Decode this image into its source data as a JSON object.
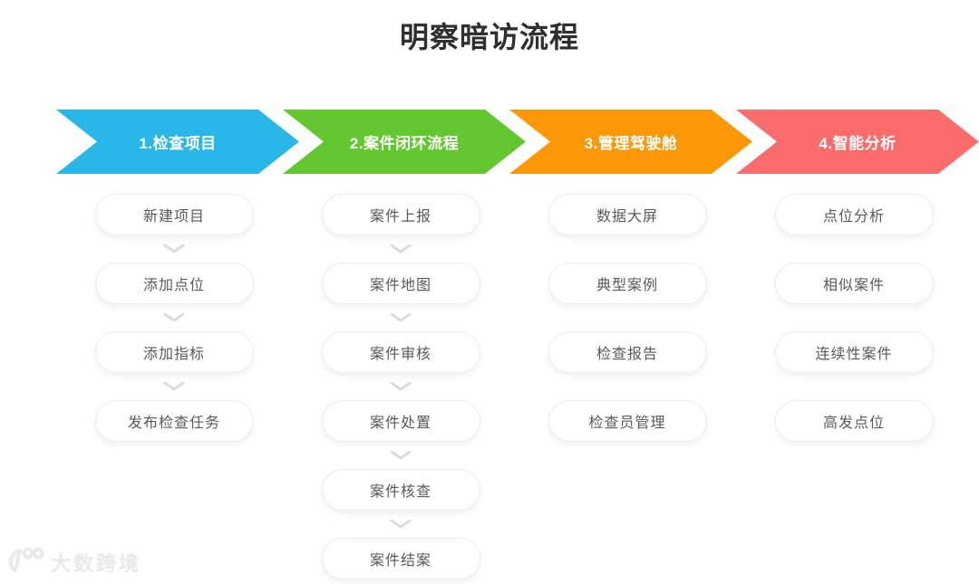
{
  "title": "明察暗访流程",
  "stages": [
    {
      "header": "1.检查项目",
      "color": "#29b7e8",
      "items": [
        "新建项目",
        "添加点位",
        "添加指标",
        "发布检查任务"
      ],
      "connectors": true
    },
    {
      "header": "2.案件闭环流程",
      "color": "#63c72f",
      "items": [
        "案件上报",
        "案件地图",
        "案件审核",
        "案件处置",
        "案件核查",
        "案件结案"
      ],
      "connectors": true
    },
    {
      "header": "3.管理驾驶舱",
      "color": "#fa9805",
      "items": [
        "数据大屏",
        "典型案例",
        "检查报告",
        "检查员管理"
      ],
      "connectors": false
    },
    {
      "header": "4.智能分析",
      "color": "#fb6c6c",
      "items": [
        "点位分析",
        "相似案件",
        "连续性案件",
        "高发点位"
      ],
      "connectors": false
    }
  ],
  "connector_color": "#dcdcdc",
  "pill_border_color": "#ececec",
  "watermark": {
    "text": "大数跨境"
  }
}
